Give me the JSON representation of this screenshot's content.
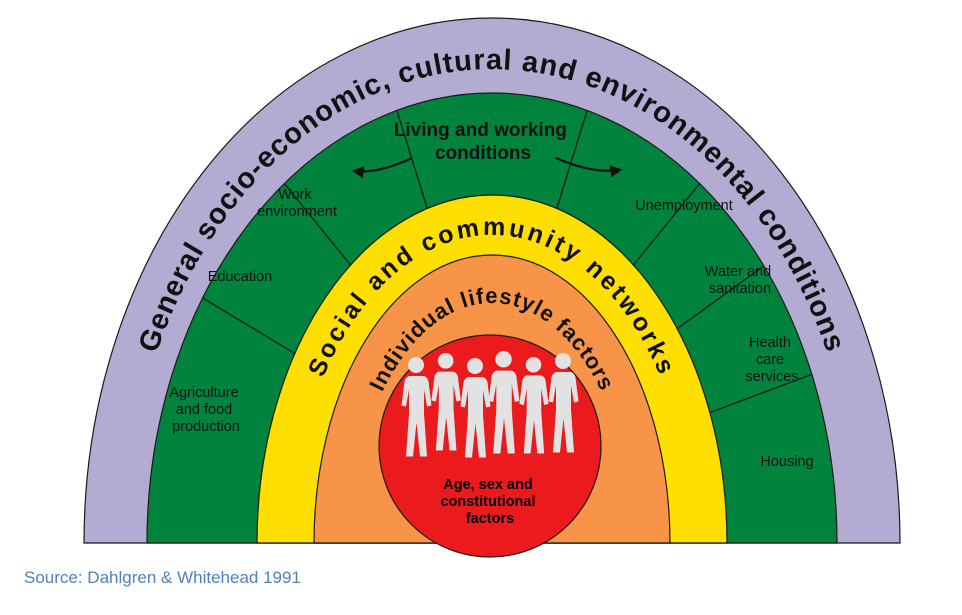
{
  "colors": {
    "lavender": "#b3abd1",
    "green": "#00843d",
    "yellow": "#ffdf00",
    "orange": "#f79447",
    "red": "#ea1a1d",
    "people": "#e2e2e2",
    "caption_blue": "#4f81bd"
  },
  "rings": {
    "outer": "General socio-economic, cultural and environmental conditions",
    "social": "Social and community networks",
    "lifestyle": "Individual lifestyle factors"
  },
  "living_working_title": [
    "Living and working",
    "conditions"
  ],
  "segments": {
    "work_environment": [
      "Work",
      "environment"
    ],
    "education": "Education",
    "agriculture": [
      "Agriculture",
      "and food",
      "production"
    ],
    "unemployment": "Unemployment",
    "water_sanitation": [
      "Water and",
      "sanitation"
    ],
    "health_care": [
      "Health",
      "care",
      "services"
    ],
    "housing": "Housing"
  },
  "center_label": [
    "Age, sex and",
    "constitutional",
    "factors"
  ],
  "caption": "Source: Dahlgren & Whitehead 1991"
}
